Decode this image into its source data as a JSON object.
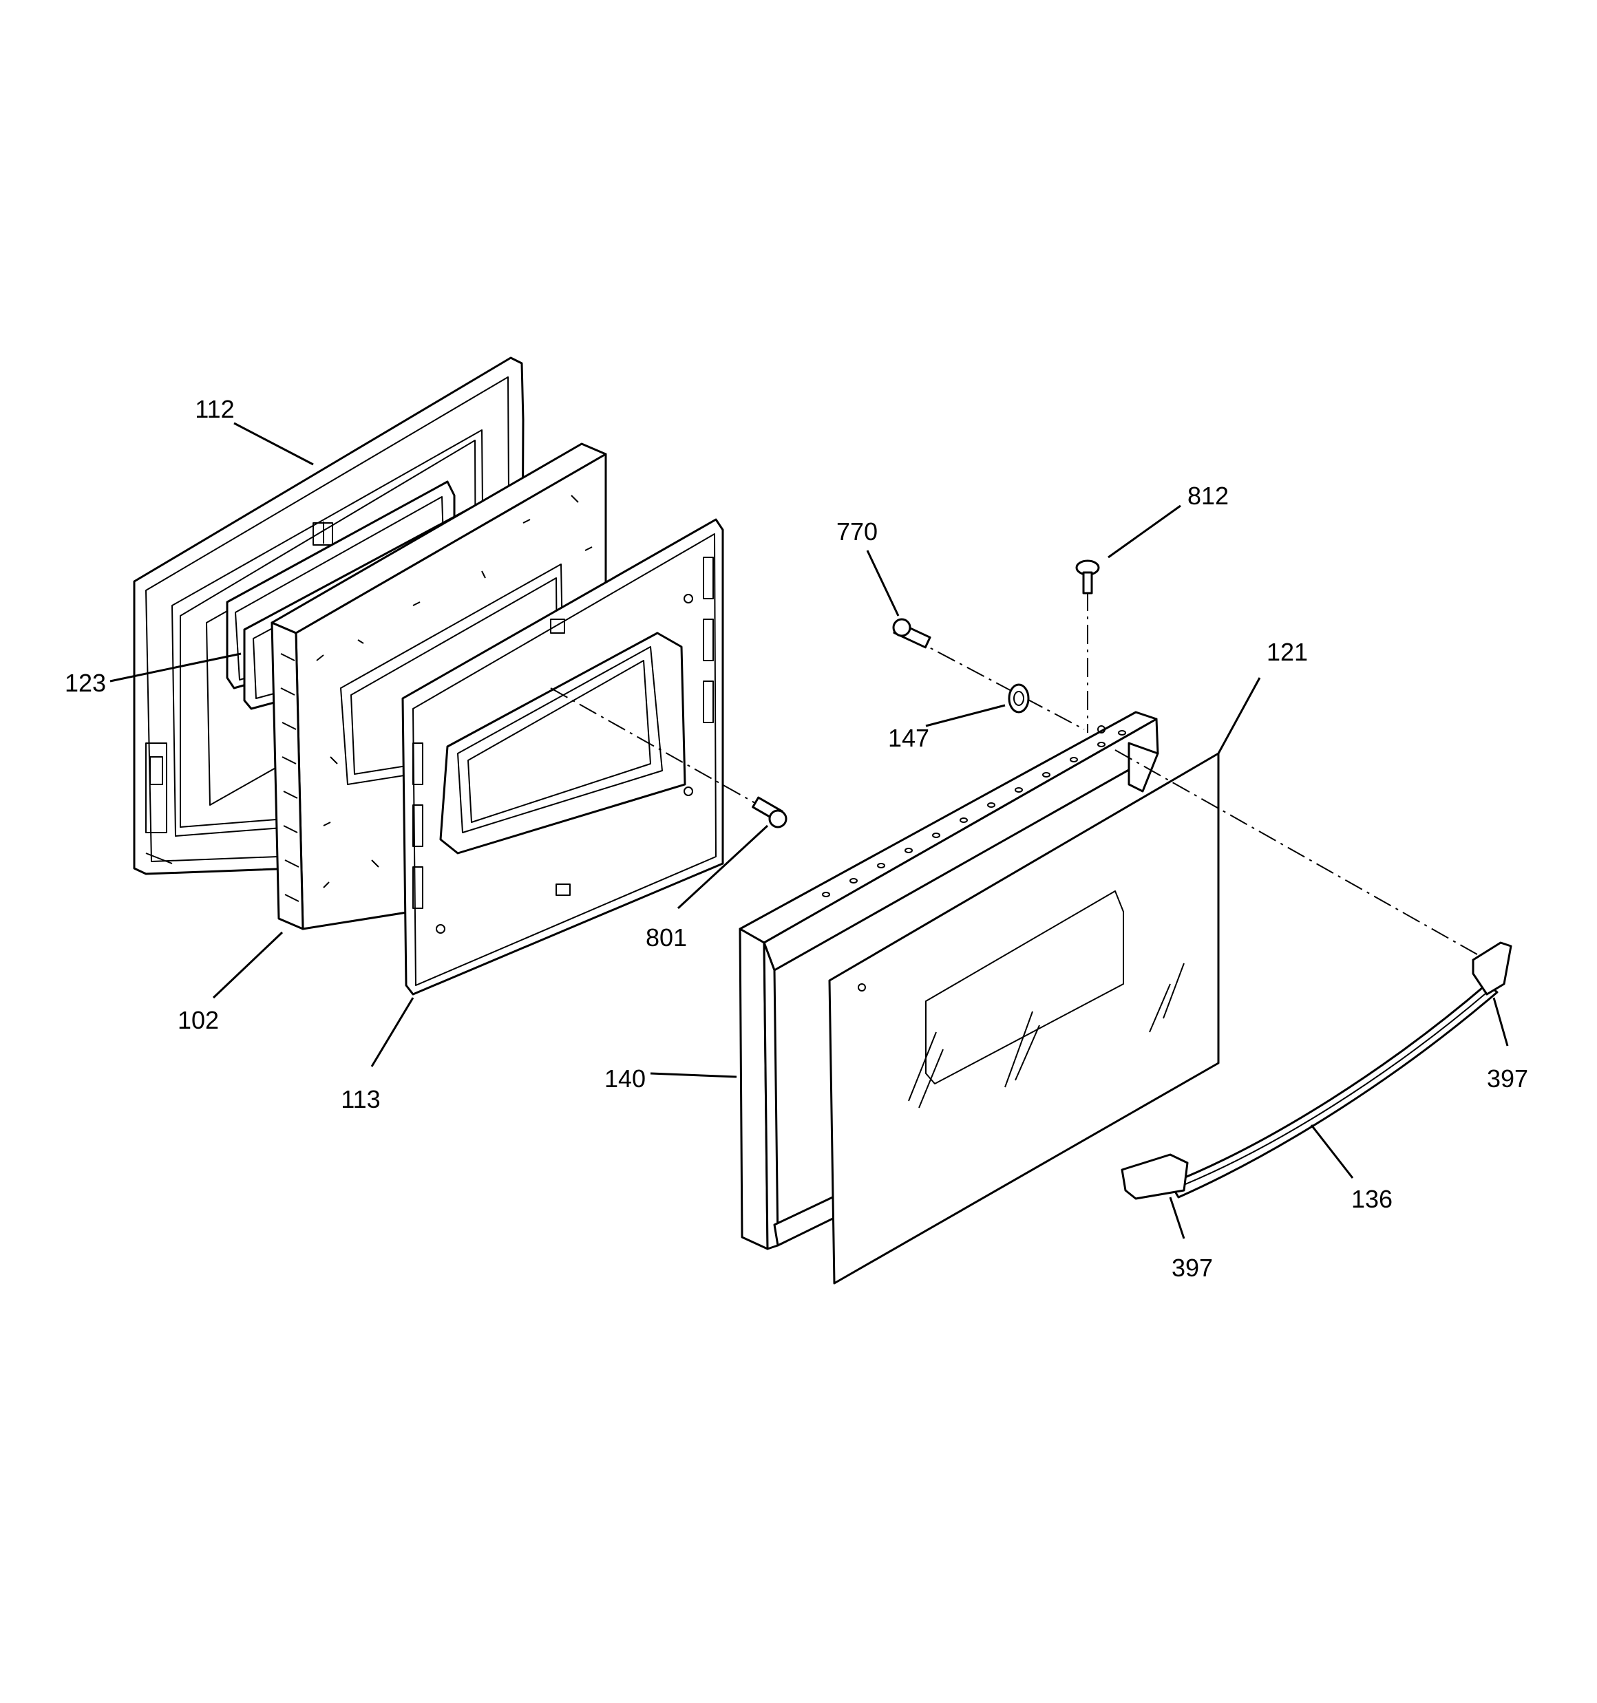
{
  "diagram": {
    "callouts": [
      {
        "id": "112",
        "label": "112"
      },
      {
        "id": "123",
        "label": "123"
      },
      {
        "id": "102",
        "label": "102"
      },
      {
        "id": "113",
        "label": "113"
      },
      {
        "id": "770",
        "label": "770"
      },
      {
        "id": "812",
        "label": "812"
      },
      {
        "id": "121",
        "label": "121"
      },
      {
        "id": "147",
        "label": "147"
      },
      {
        "id": "801",
        "label": "801"
      },
      {
        "id": "140",
        "label": "140"
      },
      {
        "id": "397a",
        "label": "397"
      },
      {
        "id": "136",
        "label": "136"
      },
      {
        "id": "397b",
        "label": "397"
      }
    ]
  }
}
